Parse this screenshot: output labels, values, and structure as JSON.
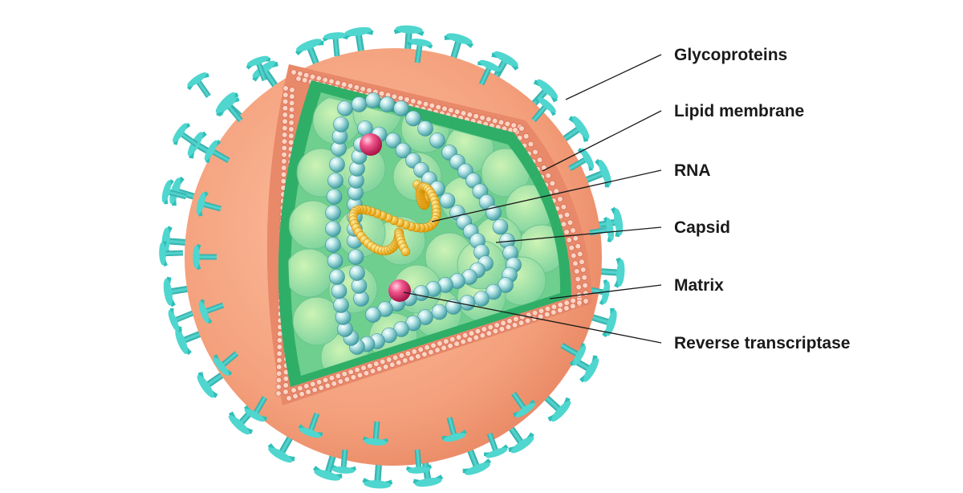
{
  "labels": {
    "glycoproteins": "Glycoproteins",
    "lipid_membrane": "Lipid membrane",
    "rna": "RNA",
    "capsid": "Capsid",
    "matrix": "Matrix",
    "reverse_transcriptase": "Reverse transcriptase"
  },
  "colors": {
    "envelope": "#f4a07c",
    "membrane_band": "#e8896a",
    "membrane_dot": "#fbd5c4",
    "glycoprotein": "#35c5bf",
    "matrix": "#2fae68",
    "interior": "#8fdb9a",
    "capsid_bead": "#5fb8bb",
    "rna": "#f2b51a",
    "enzyme": "#e0306a"
  },
  "icons": {
    "virus": "hiv-virion-illustration",
    "glycoprotein": "glycoprotein-spike-icon",
    "enzyme": "enzyme-sphere-icon"
  }
}
